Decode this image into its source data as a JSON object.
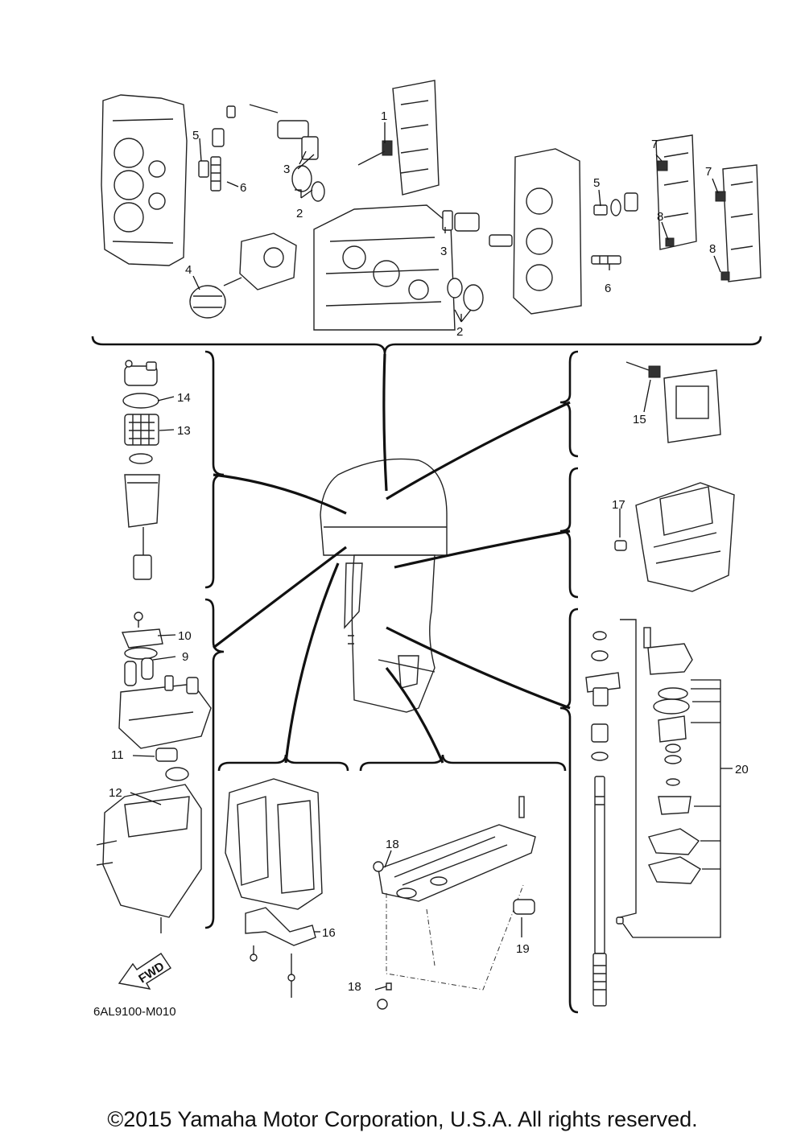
{
  "callouts": {
    "c1": "1",
    "c2a": "2",
    "c2b": "2",
    "c3a": "3",
    "c3b": "3",
    "c4": "4",
    "c5a": "5",
    "c5b": "5",
    "c6a": "6",
    "c6b": "6",
    "c7a": "7",
    "c7b": "7",
    "c8a": "8",
    "c8b": "8",
    "c9": "9",
    "c10": "10",
    "c11": "11",
    "c12": "12",
    "c13": "13",
    "c14": "14",
    "c15": "15",
    "c16": "16",
    "c17": "17",
    "c18a": "18",
    "c18b": "18",
    "c19": "19",
    "c20": "20"
  },
  "fwd_label": "FWD",
  "diagram_code": "6AL9100-M010",
  "copyright": "©2015 Yamaha Motor Corporation, U.S.A. All rights reserved."
}
